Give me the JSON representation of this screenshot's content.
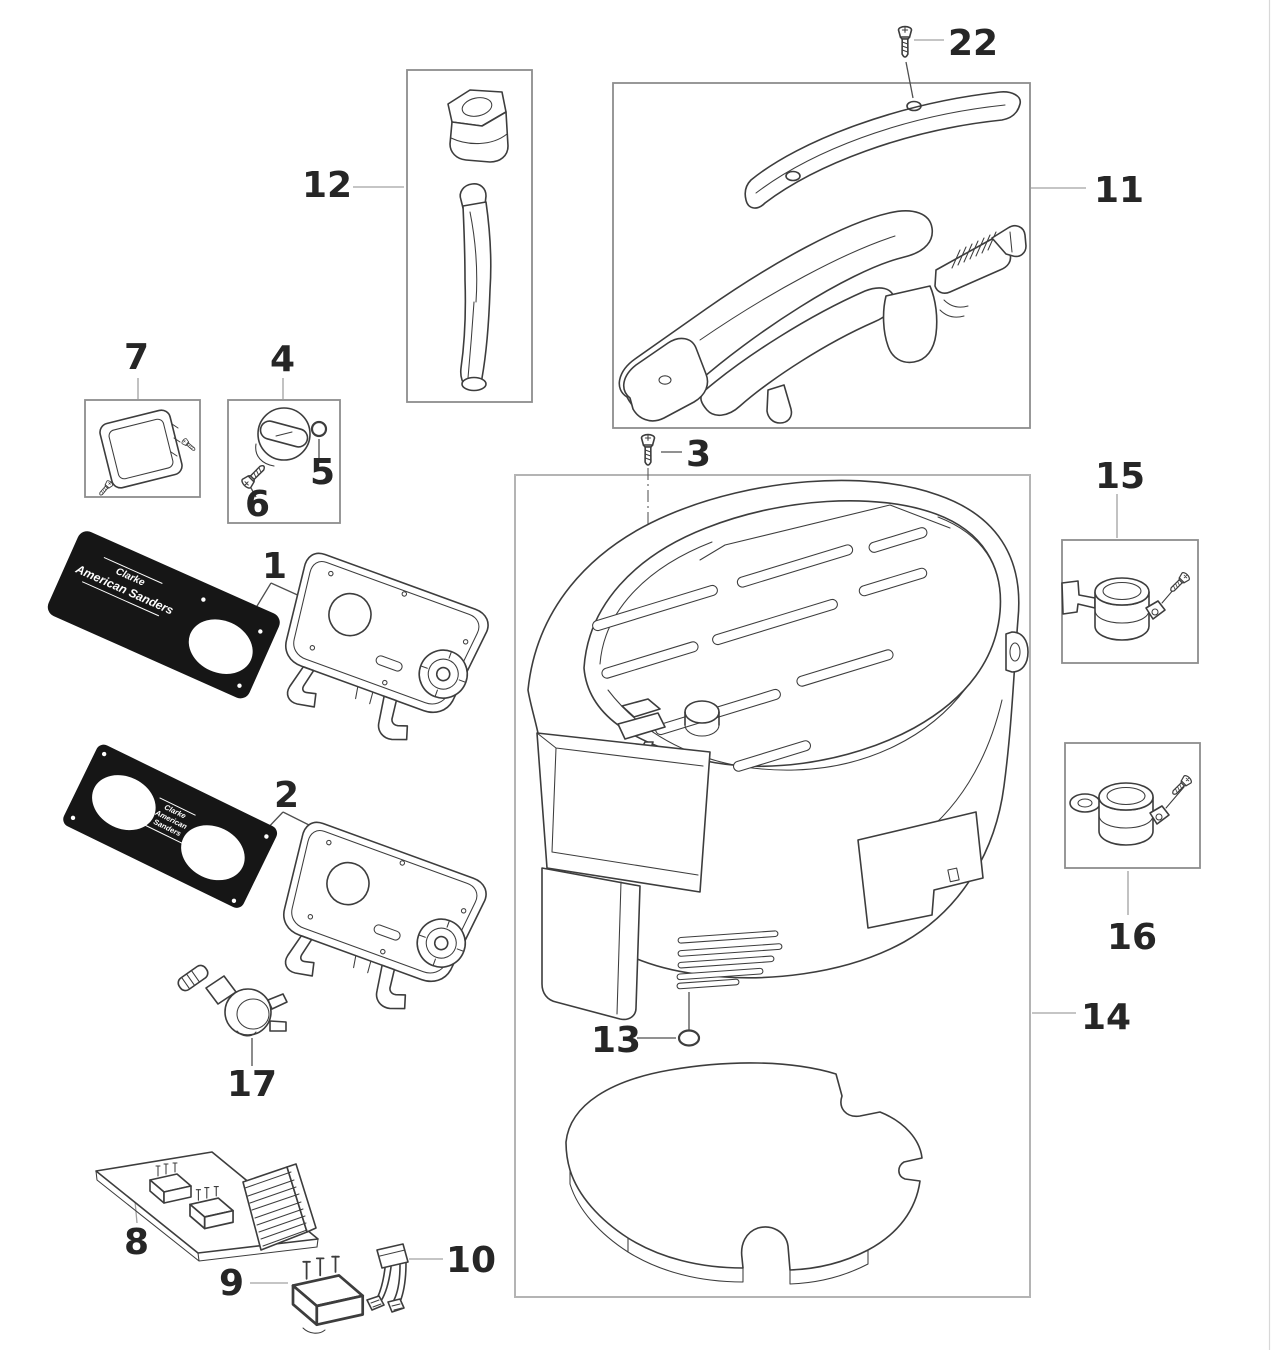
{
  "diagram": {
    "brand": {
      "line1": "Clarke",
      "line2": "American Sanders",
      "plate2_lines": [
        "Clarke",
        "American",
        "Sanders"
      ]
    },
    "labels": {
      "p1": "1",
      "p2": "2",
      "p3": "3",
      "p4": "4",
      "p5": "5",
      "p6": "6",
      "p7": "7",
      "p8": "8",
      "p9": "9",
      "p10": "10",
      "p11": "11",
      "p12": "12",
      "p13": "13",
      "p14": "14",
      "p15": "15",
      "p16": "16",
      "p17": "17",
      "p22": "22"
    },
    "colors": {
      "background": "#ffffff",
      "line": "#3d3d3d",
      "label_text": "#262626",
      "plate_fill": "#161616",
      "plate_text": "#ffffff",
      "box_border": "#8d8d8d",
      "main_box_border": "#b4b4b4",
      "leader_light": "#a2a2a2",
      "leader_dark": "#4f4f4f"
    }
  }
}
